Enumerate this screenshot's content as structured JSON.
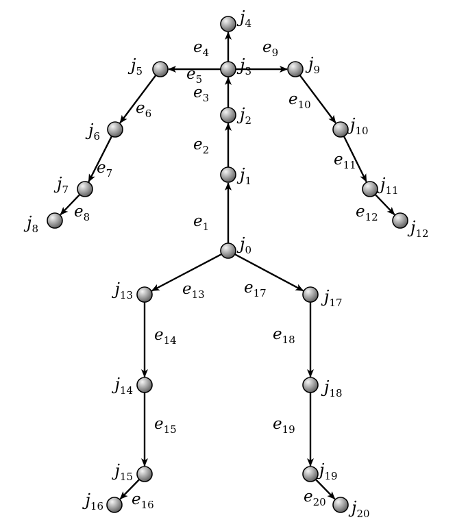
{
  "diagram": {
    "joints": [
      {
        "id": "j0",
        "name": "j",
        "sub": "0"
      },
      {
        "id": "j1",
        "name": "j",
        "sub": "1"
      },
      {
        "id": "j2",
        "name": "j",
        "sub": "2"
      },
      {
        "id": "j3",
        "name": "j",
        "sub": "3"
      },
      {
        "id": "j4",
        "name": "j",
        "sub": "4"
      },
      {
        "id": "j5",
        "name": "j",
        "sub": "5"
      },
      {
        "id": "j6",
        "name": "j",
        "sub": "6"
      },
      {
        "id": "j7",
        "name": "j",
        "sub": "7"
      },
      {
        "id": "j8",
        "name": "j",
        "sub": "8"
      },
      {
        "id": "j9",
        "name": "j",
        "sub": "9"
      },
      {
        "id": "j10",
        "name": "j",
        "sub": "10"
      },
      {
        "id": "j11",
        "name": "j",
        "sub": "11"
      },
      {
        "id": "j12",
        "name": "j",
        "sub": "12"
      },
      {
        "id": "j13",
        "name": "j",
        "sub": "13"
      },
      {
        "id": "j14",
        "name": "j",
        "sub": "14"
      },
      {
        "id": "j15",
        "name": "j",
        "sub": "15"
      },
      {
        "id": "j16",
        "name": "j",
        "sub": "16"
      },
      {
        "id": "j17",
        "name": "j",
        "sub": "17"
      },
      {
        "id": "j18",
        "name": "j",
        "sub": "18"
      },
      {
        "id": "j19",
        "name": "j",
        "sub": "19"
      },
      {
        "id": "j20",
        "name": "j",
        "sub": "20"
      }
    ],
    "edges": [
      {
        "id": "e1",
        "name": "e",
        "sub": "1",
        "from": "j0",
        "to": "j1"
      },
      {
        "id": "e2",
        "name": "e",
        "sub": "2",
        "from": "j1",
        "to": "j2"
      },
      {
        "id": "e3",
        "name": "e",
        "sub": "3",
        "from": "j2",
        "to": "j3"
      },
      {
        "id": "e4",
        "name": "e",
        "sub": "4",
        "from": "j3",
        "to": "j4"
      },
      {
        "id": "e5",
        "name": "e",
        "sub": "5",
        "from": "j3",
        "to": "j5"
      },
      {
        "id": "e6",
        "name": "e",
        "sub": "6",
        "from": "j5",
        "to": "j6"
      },
      {
        "id": "e7",
        "name": "e",
        "sub": "7",
        "from": "j6",
        "to": "j7"
      },
      {
        "id": "e8",
        "name": "e",
        "sub": "8",
        "from": "j7",
        "to": "j8"
      },
      {
        "id": "e9",
        "name": "e",
        "sub": "9",
        "from": "j3",
        "to": "j9"
      },
      {
        "id": "e10",
        "name": "e",
        "sub": "10",
        "from": "j9",
        "to": "j10"
      },
      {
        "id": "e11",
        "name": "e",
        "sub": "11",
        "from": "j10",
        "to": "j11"
      },
      {
        "id": "e12",
        "name": "e",
        "sub": "12",
        "from": "j11",
        "to": "j12"
      },
      {
        "id": "e13",
        "name": "e",
        "sub": "13",
        "from": "j0",
        "to": "j13"
      },
      {
        "id": "e14",
        "name": "e",
        "sub": "14",
        "from": "j13",
        "to": "j14"
      },
      {
        "id": "e15",
        "name": "e",
        "sub": "15",
        "from": "j14",
        "to": "j15"
      },
      {
        "id": "e16",
        "name": "e",
        "sub": "16",
        "from": "j15",
        "to": "j16"
      },
      {
        "id": "e17",
        "name": "e",
        "sub": "17",
        "from": "j0",
        "to": "j17"
      },
      {
        "id": "e18",
        "name": "e",
        "sub": "18",
        "from": "j17",
        "to": "j18"
      },
      {
        "id": "e19",
        "name": "e",
        "sub": "19",
        "from": "j18",
        "to": "j19"
      },
      {
        "id": "e20",
        "name": "e",
        "sub": "20",
        "from": "j19",
        "to": "j20"
      }
    ],
    "colors": {
      "joint_light": "#f4f4f4",
      "joint_dark": "#5a5a5a",
      "stroke": "#000000",
      "background": "#ffffff"
    }
  }
}
